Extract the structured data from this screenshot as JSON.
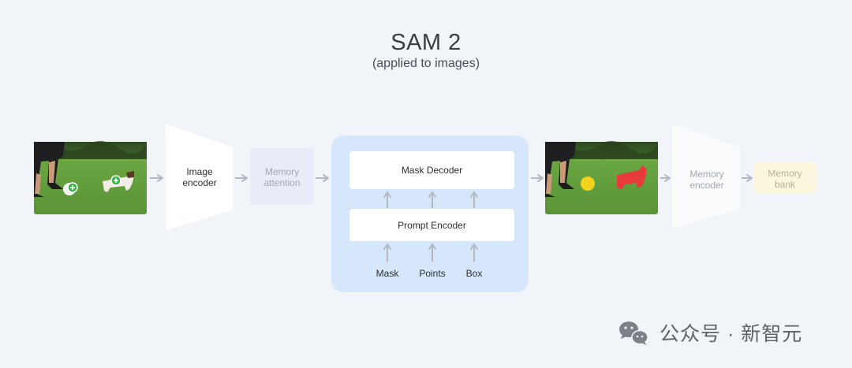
{
  "header": {
    "title": "SAM 2",
    "subtitle": "(applied to images)"
  },
  "pipeline": {
    "image_encoder": "Image\nencoder",
    "memory_attention": "Memory\nattention",
    "mask_decoder": "Mask Decoder",
    "prompt_encoder": "Prompt Encoder",
    "memory_encoder": "Memory\nencoder",
    "memory_bank": "Memory\nbank",
    "inputs": [
      "Mask",
      "Points",
      "Box"
    ]
  },
  "colors": {
    "panel_blue": "#d6e6fb",
    "memory_attention_bg": "#e9ebf7",
    "memory_bank_bg": "#fbf7df",
    "arrow": "#b3b8c2",
    "grass": "#5f9a3a",
    "mask_red": "#e83a3a",
    "mask_yellow": "#f2d21c"
  },
  "watermark": {
    "icon": "wechat-icon",
    "text": "公众号 · 新智元"
  }
}
